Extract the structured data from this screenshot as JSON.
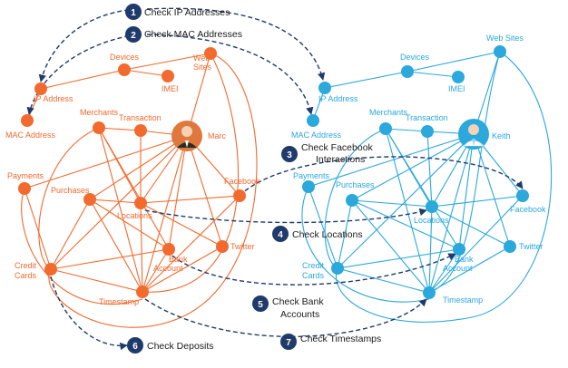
{
  "colors": {
    "left_graph": "#f26a2e",
    "right_graph": "#2ba8dc",
    "step_badge": "#1f3a6b",
    "dashed_link": "#1f3a6b",
    "avatar_fill": "#e0783e"
  },
  "left_graph": {
    "person": "Marc",
    "nodes": {
      "devices": "Devices",
      "web_sites": "Web Sites",
      "ip_address": "IP Address",
      "imei": "IMEI",
      "mac_address": "MAC Address",
      "merchants": "Merchants",
      "transaction": "Transaction",
      "payments": "Payments",
      "purchases": "Purchases",
      "facebook": "Facebook",
      "locations": "Locations",
      "twitter": "Twitter",
      "bank_account": "Bank Account",
      "credit_cards": "Credit Cards",
      "timestamp": "Timestamp"
    }
  },
  "right_graph": {
    "person": "Keith",
    "nodes": {
      "devices": "Devices",
      "web_sites": "Web Sites",
      "ip_address": "IP Address",
      "imei": "IMEI",
      "mac_address": "MAC Address",
      "merchants": "Merchants",
      "transaction": "Transaction",
      "payments": "Payments",
      "purchases": "Purchases",
      "facebook": "Facebook",
      "locations": "Locations",
      "twitter": "Twitter",
      "bank_account": "Bank Account",
      "credit_cards": "Credit Cards",
      "timestamp": "Timestamp"
    }
  },
  "steps": [
    {
      "num": "1",
      "text": "Check IP Addresses"
    },
    {
      "num": "2",
      "text": "Check MAC Addresses"
    },
    {
      "num": "3",
      "text": "Check Facebook Interactions"
    },
    {
      "num": "4",
      "text": "Check Locations"
    },
    {
      "num": "5",
      "text": "Check Bank Accounts"
    },
    {
      "num": "6",
      "text": "Check Deposits"
    },
    {
      "num": "7",
      "text": "Check Timestamps"
    }
  ]
}
